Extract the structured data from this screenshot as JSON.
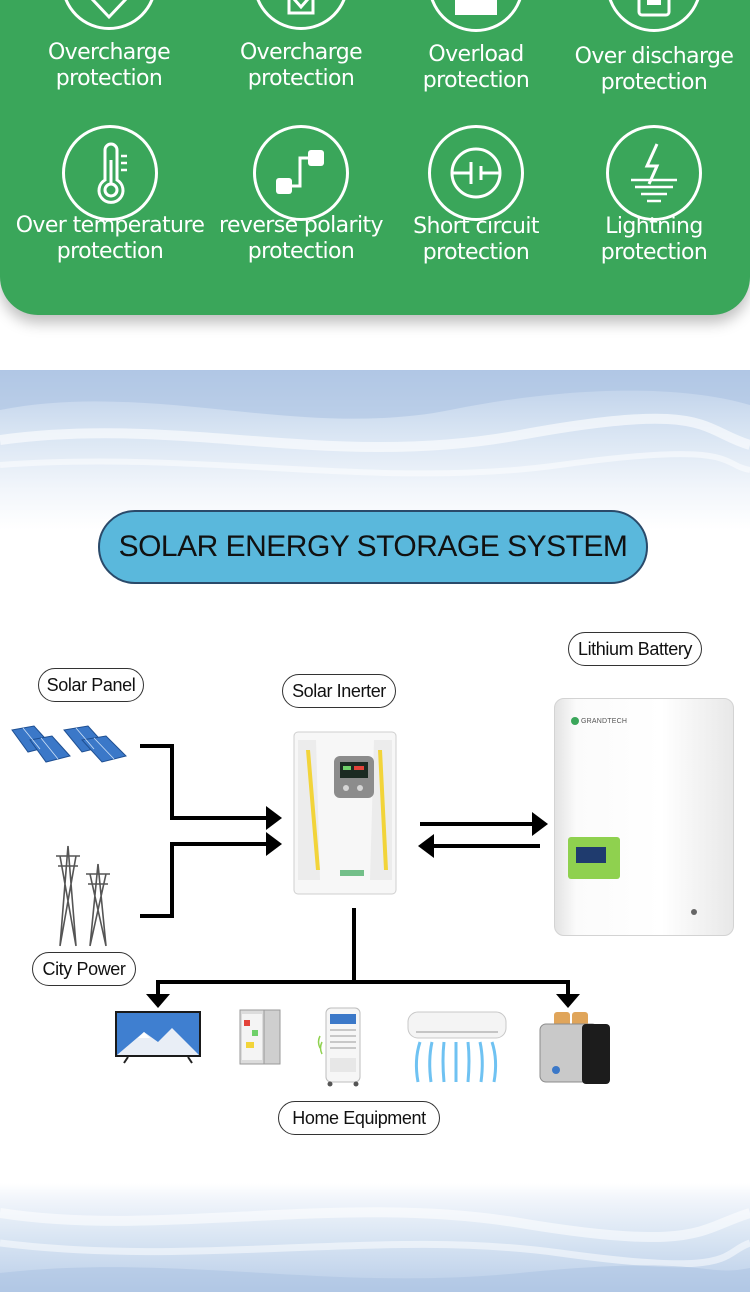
{
  "protection_features": [
    {
      "icon": "shield-check-icon",
      "line1": "Overcharge",
      "line2": "protection"
    },
    {
      "icon": "battery-check-icon",
      "line1": "Overcharge",
      "line2": "protection"
    },
    {
      "icon": "battery-overload-icon",
      "line1": "Overload",
      "line2": "protection"
    },
    {
      "icon": "battery-discharge-icon",
      "line1": "Over discharge",
      "line2": "protection"
    },
    {
      "icon": "thermometer-icon",
      "line1": "Over temperature",
      "line2": "protection"
    },
    {
      "icon": "reverse-polarity-icon",
      "line1": "reverse polarity",
      "line2": "protection"
    },
    {
      "icon": "short-circuit-icon",
      "line1": "Short circuit",
      "line2": "protection"
    },
    {
      "icon": "lightning-icon",
      "line1": "Lightning",
      "line2": "protection"
    }
  ],
  "diagram": {
    "title": "SOLAR ENERGY STORAGE SYSTEM",
    "nodes": {
      "solar_panel": "Solar Panel",
      "city_power": "City Power",
      "solar_inverter": "Solar Inerter",
      "lithium_battery": "Lithium Battery",
      "home_equipment": "Home Equipment"
    },
    "battery_brand": "GRANDTECH",
    "appliances": [
      "tv-icon",
      "refrigerator-icon",
      "air-cooler-icon",
      "air-conditioner-icon",
      "toaster-icon"
    ]
  },
  "colors": {
    "panel_green": "#3aa65a",
    "title_pill_blue": "#5ab8dc",
    "battery_screen_green": "#8fd14f",
    "inverter_accent_yellow": "#f2d43a"
  }
}
